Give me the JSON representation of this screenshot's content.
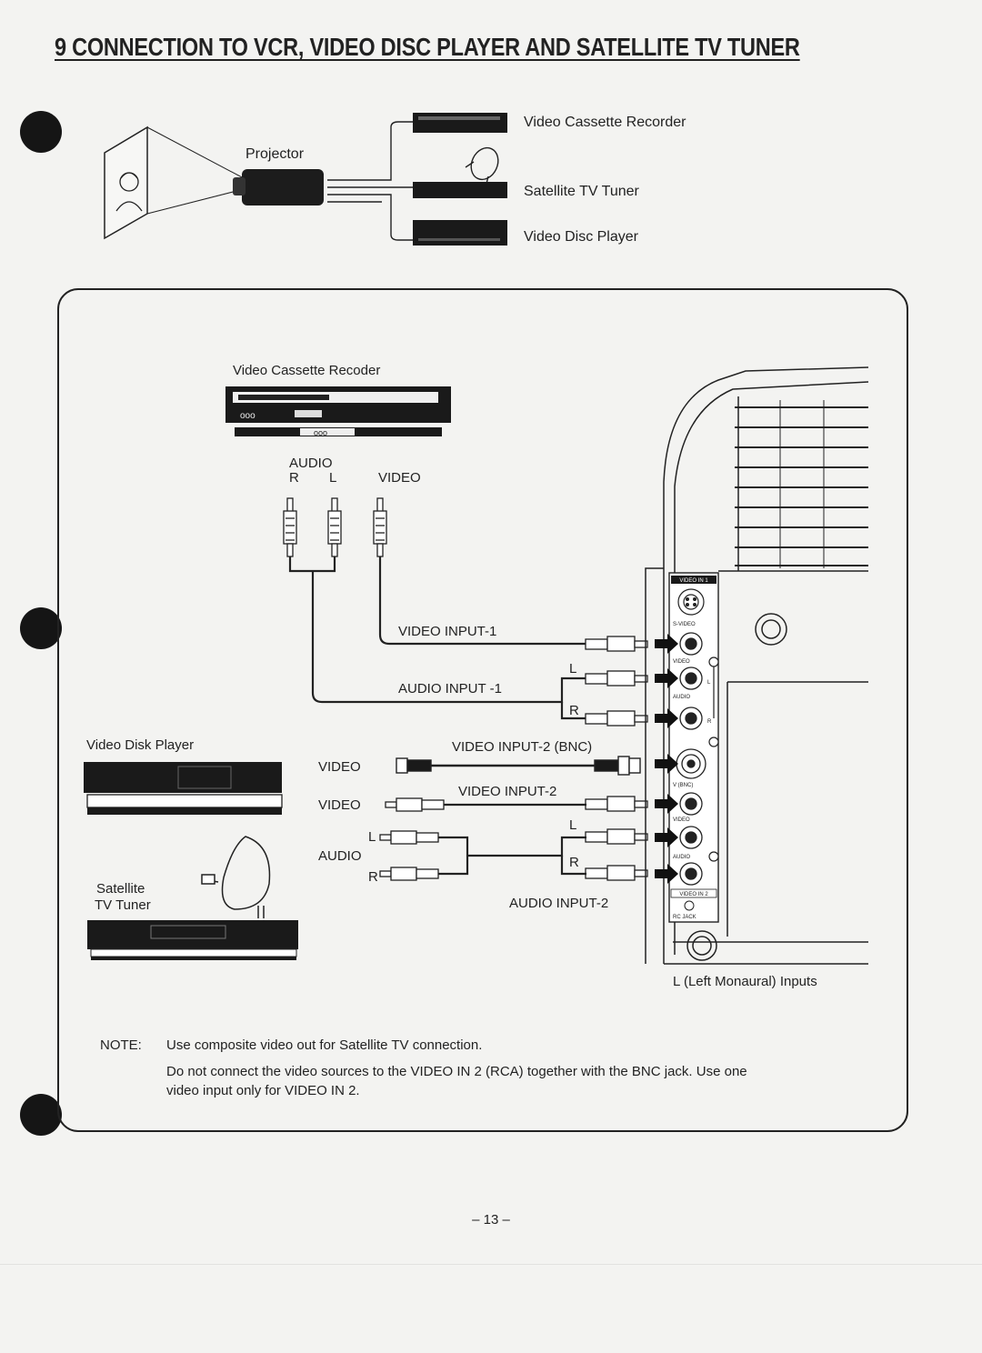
{
  "page": {
    "title": "9 CONNECTION TO VCR, VIDEO DISC PLAYER AND SATELLITE TV TUNER",
    "page_number": "– 13 –"
  },
  "overview": {
    "projector_label": "Projector",
    "vcr_label": "Video Cassette Recorder",
    "satellite_label": "Satellite TV Tuner",
    "disc_label": "Video Disc Player"
  },
  "detail": {
    "vcr_label": "Video Cassette Recoder",
    "audio_heading": "AUDIO",
    "r": "R",
    "l": "L",
    "video": "VIDEO",
    "audio": "AUDIO",
    "video_input_1": "VIDEO INPUT-1",
    "audio_input_1": "AUDIO INPUT -1",
    "video_disk_player": "Video Disk Player",
    "video_input_2_bnc": "VIDEO INPUT-2 (BNC)",
    "video_input_2": "VIDEO INPUT-2",
    "audio_input_2": "AUDIO INPUT-2",
    "satellite_line1": "Satellite",
    "satellite_line2": "TV Tuner",
    "left_monaural": "L (Left Monaural) Inputs",
    "panel": {
      "video_in_1": "VIDEO IN 1",
      "s_video": "S-VIDEO",
      "video": "VIDEO",
      "audio": "AUDIO",
      "l": "L",
      "r": "R",
      "v_bnc": "V (BNC)",
      "video_in_2": "VIDEO IN 2",
      "rc_jack": "RC JACK"
    }
  },
  "note": {
    "label": "NOTE:",
    "line1": "Use composite video out for Satellite TV connection.",
    "line2": "Do not connect the video sources to the VIDEO IN 2 (RCA) together with the BNC jack.  Use one",
    "line3": "video input only for VIDEO IN 2."
  }
}
